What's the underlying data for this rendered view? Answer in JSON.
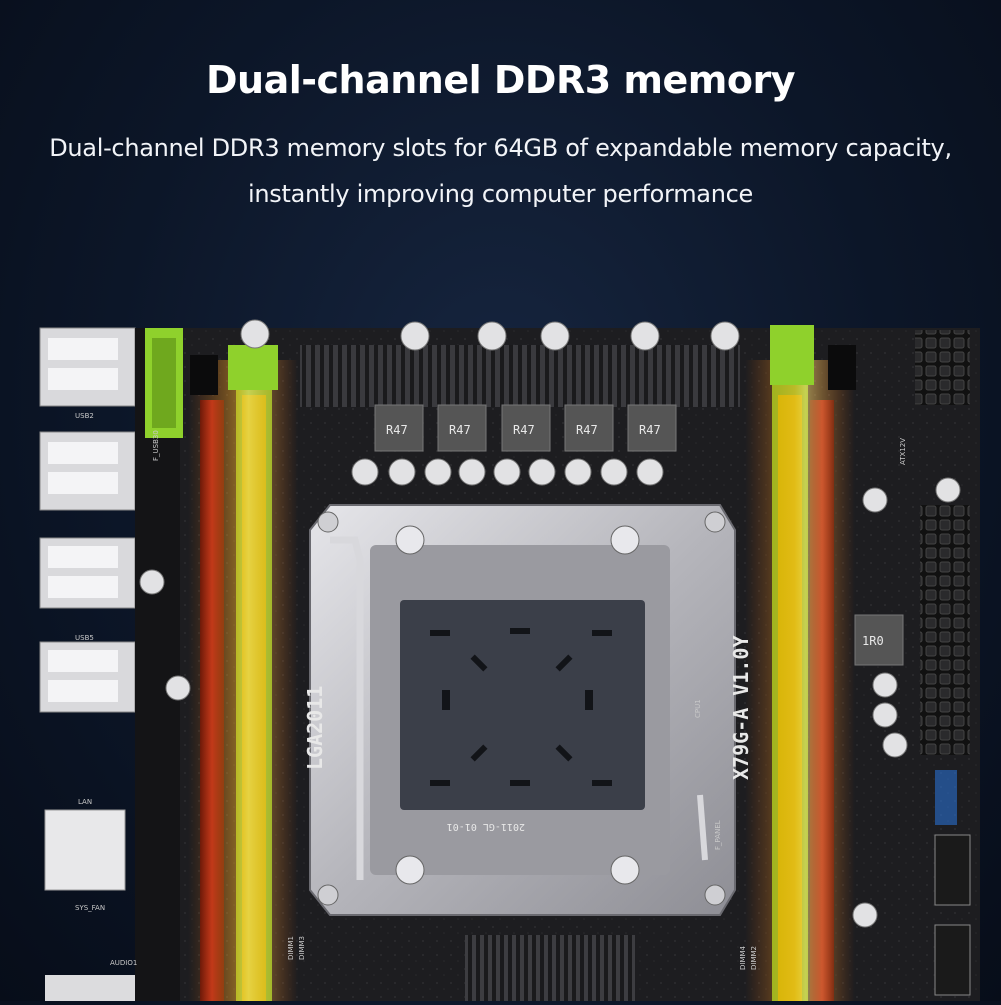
{
  "header": {
    "title": "Dual-channel DDR3 memory",
    "description_line1": "Dual-channel DDR3 memory slots for 64GB of expandable memory capacity,",
    "description_line2": "instantly improving computer performance"
  },
  "board": {
    "socket_label": "LGA2011",
    "model_label": "X79G-A  V1.0Y",
    "cover_text": "2011-GL 01-01",
    "dimm_left_1": "DIMM1",
    "dimm_left_2": "DIMM3",
    "dimm_right_1": "DIMM4",
    "dimm_right_2": "DIMM2",
    "port_usb2": "USB2",
    "port_usb5": "USB5",
    "port_lan": "LAN",
    "port_audio": "AUDIO1",
    "fan_label": "SYS_FAN",
    "f_usb3": "F_USB30",
    "f_panel": "F_PANEL",
    "atx12v": "ATX12V",
    "cpu1": "CPU1",
    "inductor_label": "R47",
    "inductor_right": "1R0"
  },
  "colors": {
    "background": "#0c1628",
    "pcb": "#1c1c1e",
    "slot_green": "#8fd12c",
    "glow_orange": "#ff9a1a",
    "heatsink": "#2a2a2c",
    "socket_metal": "#c8c8cc"
  }
}
